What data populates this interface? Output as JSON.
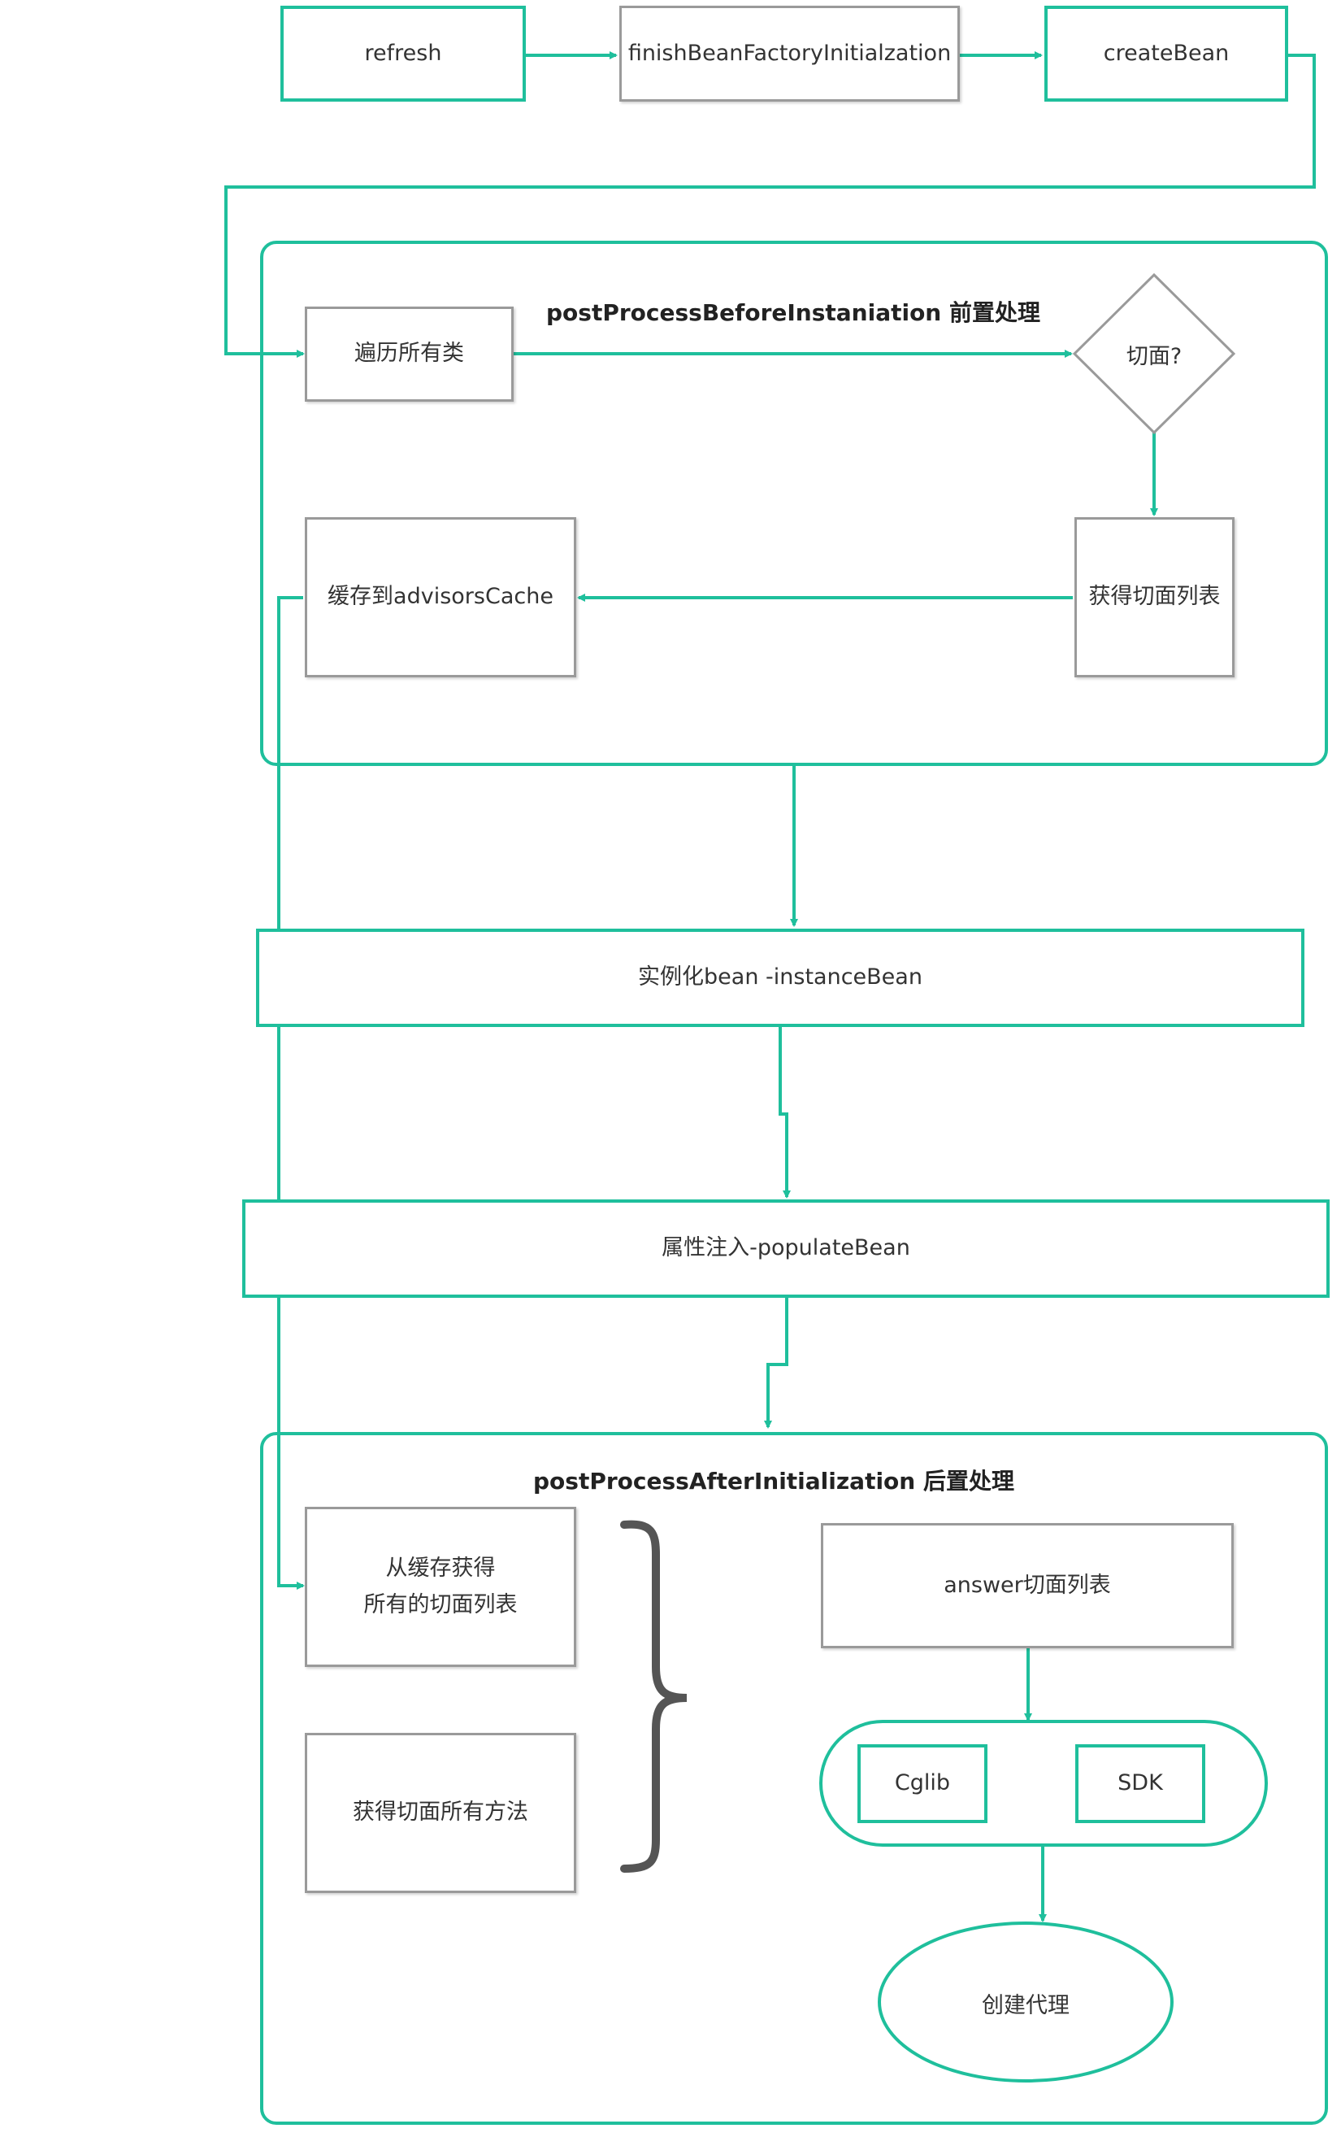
{
  "nodes": {
    "refresh": "refresh",
    "finish_bean_factory": "finishBeanFactoryInitialzation",
    "create_bean": "createBean",
    "iterate_classes": "遍历所有类",
    "aspect_question": "切面?",
    "get_aspect_list": "获得切面列表",
    "cache_advisors": "缓存到advisorsCache",
    "instantiate_bean": "实例化bean -instanceBean",
    "populate_bean": "属性注入-populateBean",
    "get_from_cache": "从缓存获得\n所有的切面列表",
    "get_aspect_methods": "获得切面所有方法",
    "answer_aspect_list": "answer切面列表",
    "cglib": "Cglib",
    "sdk": "SDK",
    "create_proxy": "创建代理"
  },
  "groups": {
    "before_title": "postProcessBeforeInstaniation 前置处理",
    "after_title": "postProcessAfterInitialization 后置处理"
  },
  "colors": {
    "connector": "#1fbf9c",
    "box_border": "#1fbf9c",
    "gray_border": "#9a9a9a",
    "brace": "#555555"
  }
}
